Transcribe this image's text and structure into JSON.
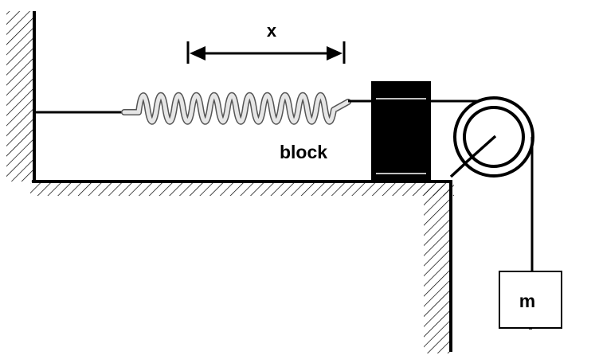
{
  "labels": {
    "displacement": "x",
    "block": "block",
    "mass": "m"
  },
  "colors": {
    "ink": "#000000",
    "spring_fill": "#e6e6e6",
    "spring_edge": "#555555",
    "background": "#ffffff"
  }
}
